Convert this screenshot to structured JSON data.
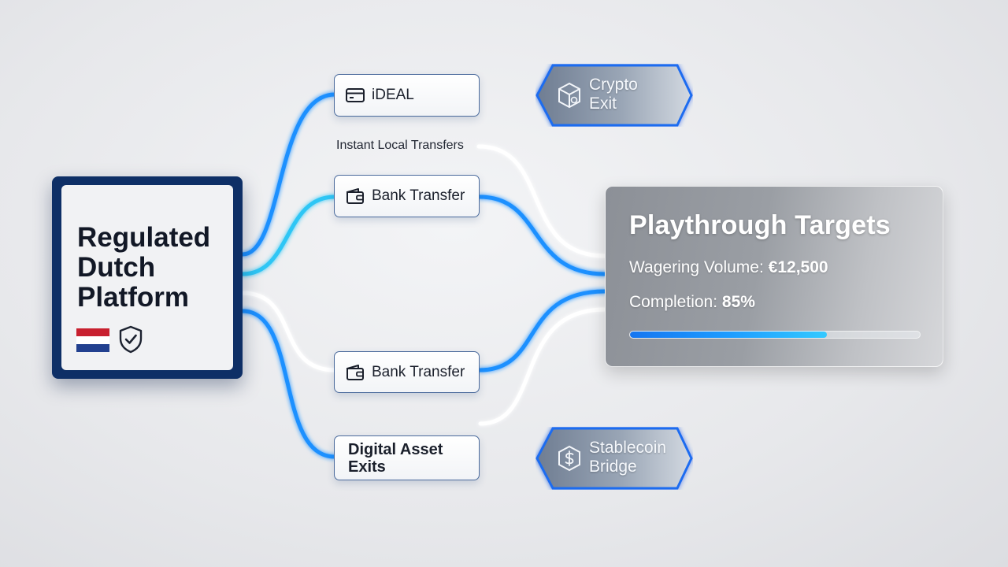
{
  "platform": {
    "title": "Regulated\nDutch\nPlatform",
    "flag_colors": [
      "#c8202f",
      "#ffffff",
      "#22408f"
    ],
    "badge_icon": "shield-check-icon"
  },
  "nodes": {
    "ideal": {
      "label": "iDEAL",
      "icon": "card-icon"
    },
    "bank_transfer_top": {
      "label": "Bank Transfer",
      "icon": "wallet-icon"
    },
    "bank_transfer_bottom": {
      "label": "Bank Transfer",
      "icon": "wallet-icon"
    },
    "digital_asset": {
      "label": "Digital Asset\nExits"
    }
  },
  "caption": "Instant Local Transfers",
  "exits": {
    "crypto": {
      "label": "Crypto\nExit",
      "icon": "crypto-box-icon"
    },
    "stablecoin": {
      "label": "Stablecoin\nBridge",
      "icon": "dollar-coin-icon"
    }
  },
  "targets": {
    "title": "Playthrough Targets",
    "wagering_label": "Wagering Volume:",
    "wagering_value": "€12,500",
    "completion_label": "Completion:",
    "completion_value": "85%",
    "progress_fraction": 0.68
  },
  "colors": {
    "accent_blue": "#1e90ff",
    "accent_cyan": "#2ec6f5",
    "platform_navy": "#0e2f66"
  }
}
